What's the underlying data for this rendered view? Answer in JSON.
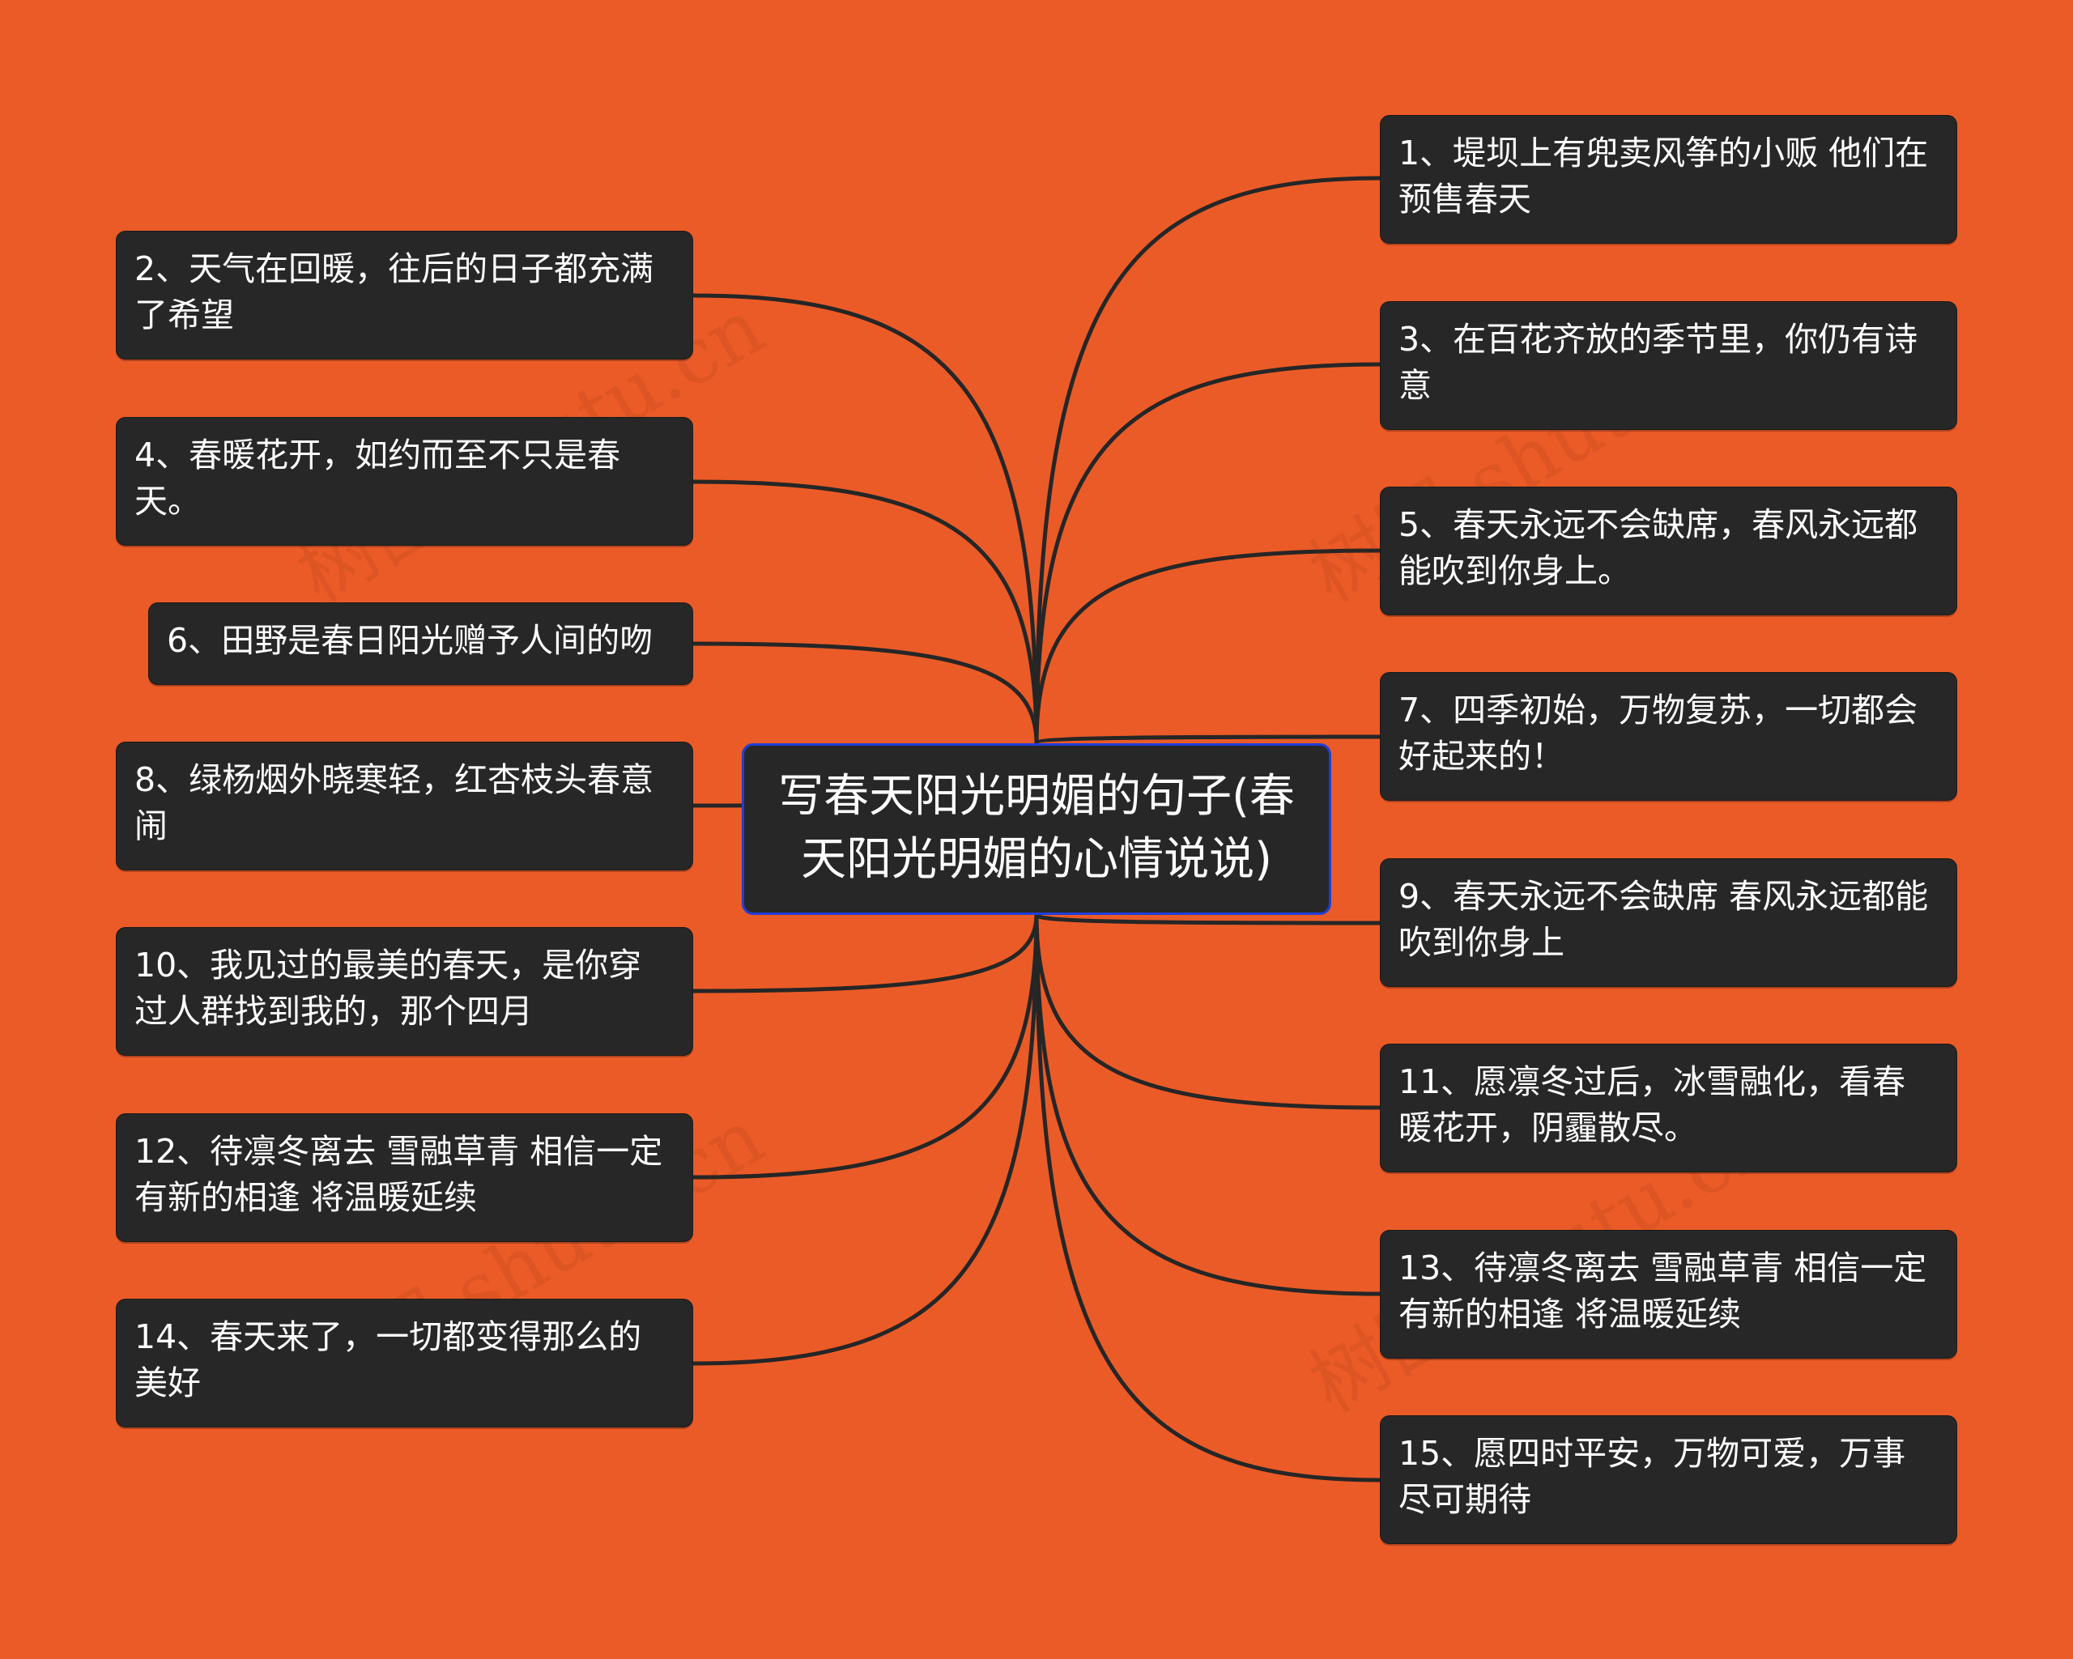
{
  "center": {
    "title": "写春天阳光明媚的句子(春天阳光明媚的心情说说)"
  },
  "left_nodes": [
    {
      "id": "n2",
      "text": "2、天气在回暖，往后的日子都充满了希望"
    },
    {
      "id": "n4",
      "text": "4、春暖花开，如约而至不只是春天。"
    },
    {
      "id": "n6",
      "text": "6、田野是春日阳光赠予人间的吻"
    },
    {
      "id": "n8",
      "text": "8、绿杨烟外晓寒轻，红杏枝头春意闹"
    },
    {
      "id": "n10",
      "text": "10、我见过的最美的春天，是你穿过人群找到我的，那个四月"
    },
    {
      "id": "n12",
      "text": "12、待凛冬离去 雪融草青 相信一定有新的相逢 将温暖延续"
    },
    {
      "id": "n14",
      "text": "14、春天来了，一切都变得那么的美好"
    }
  ],
  "right_nodes": [
    {
      "id": "n1",
      "text": "1、堤坝上有兜卖风筝的小贩 他们在预售春天"
    },
    {
      "id": "n3",
      "text": "3、在百花齐放的季节里，你仍有诗意"
    },
    {
      "id": "n5",
      "text": "5、春天永远不会缺席，春风永远都能吹到你身上。"
    },
    {
      "id": "n7",
      "text": "7、四季初始，万物复苏，一切都会好起来的！"
    },
    {
      "id": "n9",
      "text": "9、春天永远不会缺席 春风永远都能吹到你身上"
    },
    {
      "id": "n11",
      "text": "11、愿凛冬过后，冰雪融化，看春暖花开，阴霾散尽。"
    },
    {
      "id": "n13",
      "text": "13、待凛冬离去 雪融草青 相信一定有新的相逢 将温暖延续"
    },
    {
      "id": "n15",
      "text": "15、愿四时平安，万物可爱，万事尽可期待"
    }
  ],
  "watermark": {
    "text": "树图 shutu.cn"
  },
  "colors": {
    "background": "#ea5b28",
    "node_fill": "#272727",
    "node_text": "#ffffff",
    "connector": "#262626",
    "center_border": "#1f3fd8"
  }
}
